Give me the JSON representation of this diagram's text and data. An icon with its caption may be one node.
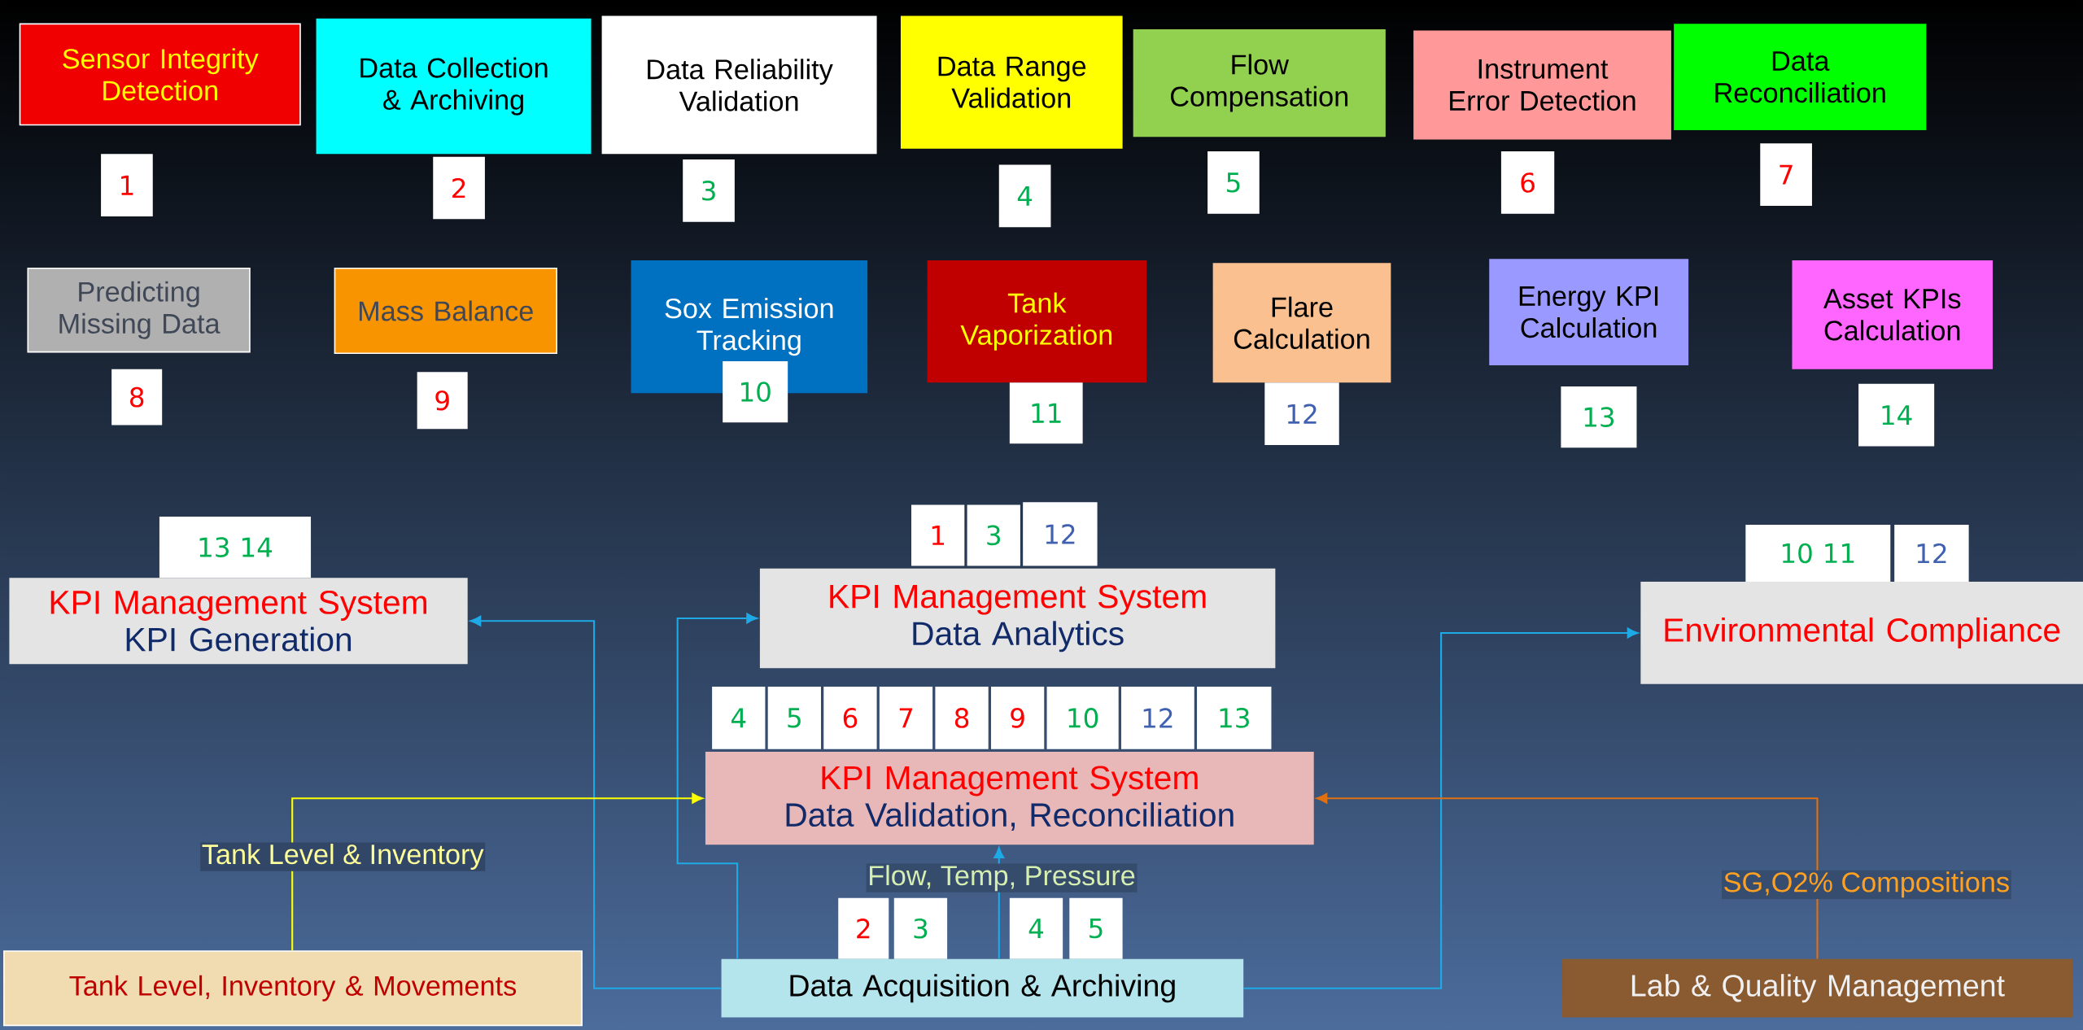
{
  "diagram": {
    "nodes": [
      {
        "text": [
          "Sensor Integrity Detection"
        ]
      },
      {
        "text": [
          "Data Collection & Archiving"
        ]
      },
      {
        "text": [
          "Data Reliability Validation"
        ]
      },
      {
        "text": [
          "Data Range Validation"
        ]
      },
      {
        "text": [
          "Flow Compensation"
        ]
      },
      {
        "text": [
          "Instrument Error Detection"
        ]
      },
      {
        "text": [
          "Data Reconciliation"
        ]
      },
      {
        "text": [
          "1"
        ]
      },
      {
        "text": [
          "2"
        ]
      },
      {
        "text": [
          "3"
        ]
      },
      {
        "text": [
          "4"
        ]
      },
      {
        "text": [
          "5"
        ]
      },
      {
        "text": [
          "6"
        ]
      },
      {
        "text": [
          "7"
        ]
      },
      {
        "text": [
          "Predicting Missing Data"
        ]
      },
      {
        "text": [
          "Mass Balance"
        ]
      },
      {
        "text": [
          "Sox Emission Tracking"
        ]
      },
      {
        "text": [
          "Tank Vaporization"
        ]
      },
      {
        "text": [
          "Flare Calculation"
        ]
      },
      {
        "text": [
          "Energy KPI Calculation"
        ]
      },
      {
        "text": [
          "Asset KPIs Calculation"
        ]
      },
      {
        "text": [
          "8"
        ]
      },
      {
        "text": [
          "9"
        ]
      },
      {
        "text": [
          "10"
        ]
      },
      {
        "text": [
          "11"
        ]
      },
      {
        "text": [
          "12"
        ]
      },
      {
        "text": [
          "13"
        ]
      },
      {
        "text": [
          "14"
        ]
      },
      {
        "text": [
          "13 14"
        ]
      },
      {
        "text": [
          "1"
        ]
      },
      {
        "text": [
          "3"
        ]
      },
      {
        "text": [
          "12"
        ]
      },
      {
        "text": [
          "10 11"
        ]
      },
      {
        "text": [
          "12"
        ]
      },
      {
        "text": [
          "KPI Management System",
          "KPI Generation"
        ]
      },
      {
        "text": [
          "KPI Management System",
          "Data Analytics"
        ]
      },
      {
        "text": [
          "Environmental Compliance"
        ]
      },
      {
        "text": [
          "4"
        ]
      },
      {
        "text": [
          "5"
        ]
      },
      {
        "text": [
          "6"
        ]
      },
      {
        "text": [
          "7"
        ]
      },
      {
        "text": [
          "8"
        ]
      },
      {
        "text": [
          "9"
        ]
      },
      {
        "text": [
          "10"
        ]
      },
      {
        "text": [
          "12"
        ]
      },
      {
        "text": [
          "13"
        ]
      },
      {
        "text": [
          "KPI Management System",
          "Data Validation, Reconciliation"
        ]
      },
      {
        "text": [
          "2"
        ]
      },
      {
        "text": [
          "3"
        ]
      },
      {
        "text": [
          "4"
        ]
      },
      {
        "text": [
          "5"
        ]
      },
      {
        "text": [
          "Tank Level, Inventory & Movements"
        ]
      },
      {
        "text": [
          "Data Acquisition & Archiving"
        ]
      },
      {
        "text": [
          "Lab & Quality Management"
        ]
      }
    ],
    "edges": [
      {
        "from": 52,
        "to": 34,
        "arrow": "to"
      },
      {
        "from": 52,
        "to": 35,
        "arrow": "to"
      },
      {
        "from": 52,
        "to": 46,
        "arrow": "to",
        "label": "Flow, Temp, Pressure"
      },
      {
        "from": 52,
        "to": 36,
        "arrow": "to"
      },
      {
        "from": 51,
        "to": 46,
        "arrow": "to",
        "label": "Tank Level & Inventory",
        "color": "#ffff00"
      },
      {
        "from": 53,
        "to": 46,
        "arrow": "to",
        "label": "SG,O2% Compositions",
        "color": "#e07010"
      }
    ]
  }
}
